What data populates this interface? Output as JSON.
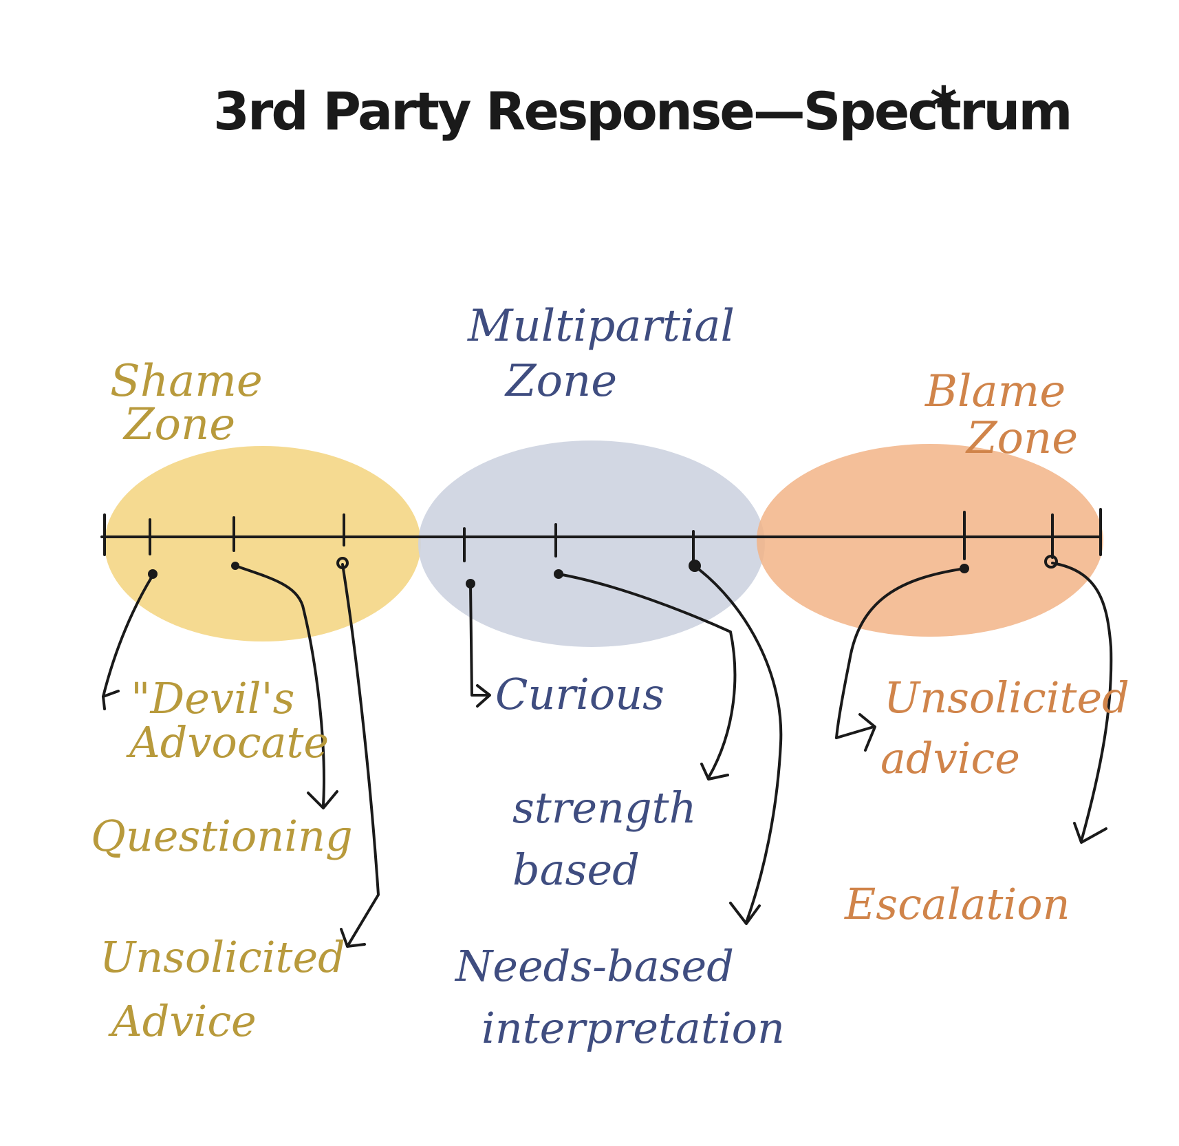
{
  "title": "3rd Party Response—Spectrum",
  "title_mark": "*",
  "colors": {
    "shame": "#b89a3c",
    "shame_blob": "#f3d37e",
    "multi": "#3f4d80",
    "multi_blob": "#cdd3e0",
    "blame": "#d0844a",
    "blame_blob": "#f2b487",
    "ink": "#1a1a1a"
  },
  "zones": {
    "shame": {
      "line1": "Shame",
      "line2": "Zone"
    },
    "multi": {
      "line1": "Multipartial",
      "line2": "Zone"
    },
    "blame": {
      "line1": "Blame",
      "line2": "Zone"
    }
  },
  "items": {
    "devils_advocate": {
      "line1": "\"Devil's",
      "line2": "Advocate"
    },
    "questioning": {
      "line1": "Questioning"
    },
    "unsolicited_advice_left": {
      "line1": "Unsolicited",
      "line2": "Advice"
    },
    "curious": {
      "line1": "Curious"
    },
    "strength_based": {
      "line1": "strength",
      "line2": "based"
    },
    "needs_based": {
      "line1": "Needs-based",
      "line2": "interpretation"
    },
    "unsolicited_advice_right": {
      "line1": "Unsolicited",
      "line2": "advice"
    },
    "escalation": {
      "line1": "Escalation"
    }
  }
}
